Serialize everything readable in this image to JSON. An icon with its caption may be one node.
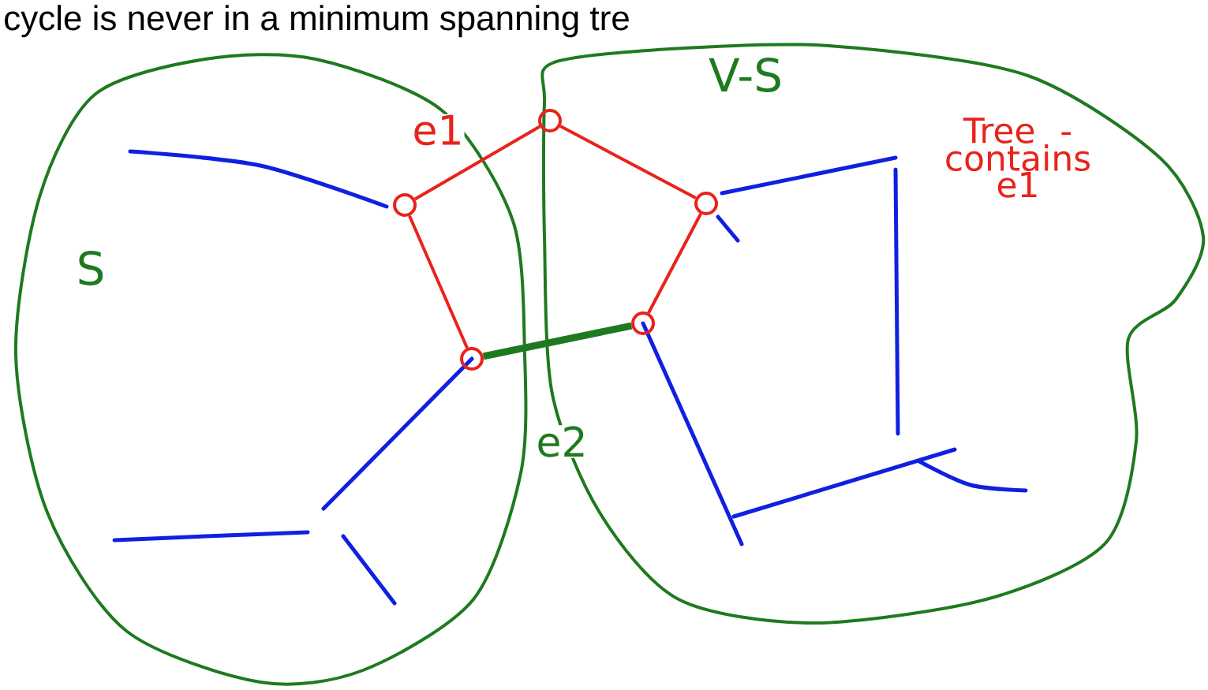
{
  "diagram": {
    "nodes": [
      {
        "text": [
          "S"
        ]
      },
      {
        "text": [
          "V-S"
        ]
      },
      {
        "text": [],
        "shape": "circle",
        "in": 0
      },
      {
        "text": [],
        "shape": "circle",
        "in": 1
      },
      {
        "text": [],
        "shape": "circle",
        "in": 1
      },
      {
        "text": [],
        "shape": "circle",
        "in": 1
      },
      {
        "text": [],
        "shape": "circle",
        "in": 0
      }
    ],
    "edges": [
      {
        "from": 2,
        "to": 3,
        "arrow": "none",
        "label": "e1"
      },
      {
        "from": 3,
        "to": 4,
        "arrow": "none"
      },
      {
        "from": 4,
        "to": 5,
        "arrow": "none"
      },
      {
        "from": 6,
        "to": 2,
        "arrow": "none"
      },
      {
        "from": 6,
        "to": 5,
        "arrow": "none",
        "label": "e2",
        "style": "thick",
        "color": "#1f7a1f"
      }
    ],
    "labels": [
      "cycle is never in a minimum spanning tre",
      "Tree - contains e1"
    ]
  }
}
